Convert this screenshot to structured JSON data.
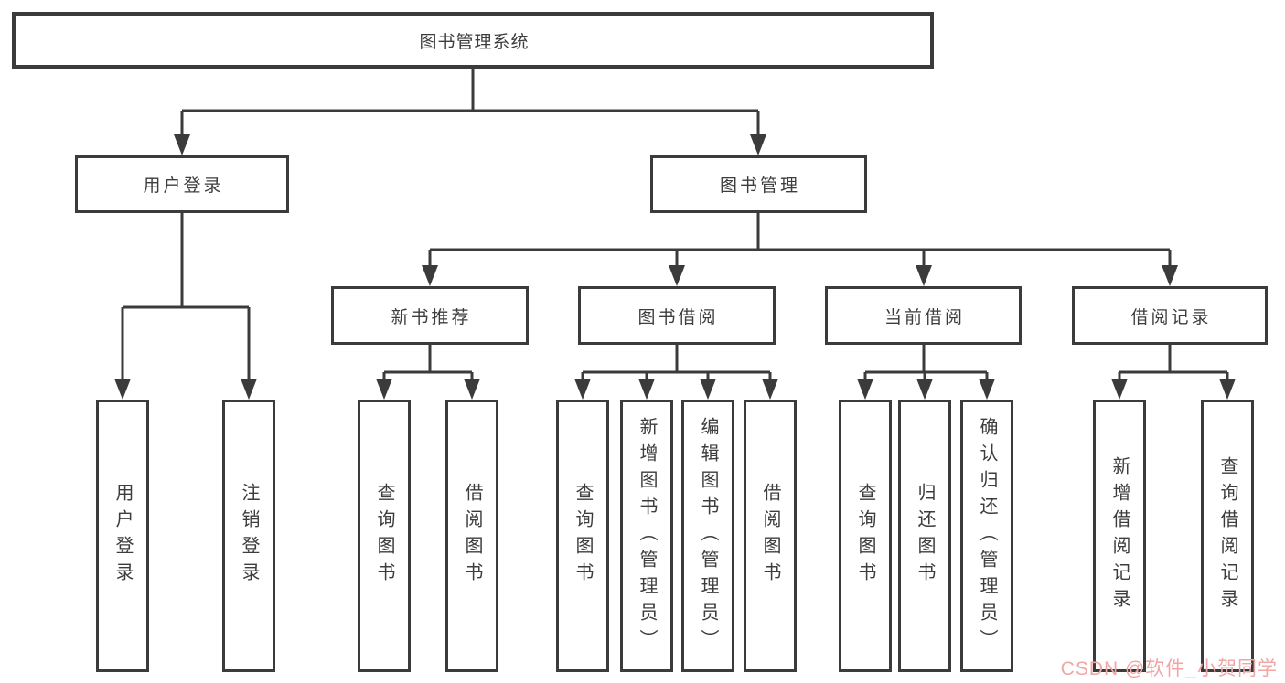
{
  "colors": {
    "line": "#3b3b3b",
    "text": "#3d3d3d",
    "background": "#ffffff",
    "watermark_color": "#f2a5a5"
  },
  "nodes": {
    "root": "图书管理系统",
    "user_login": "用户登录",
    "book_mgmt": "图书管理",
    "new_book_rec": "新书推荐",
    "book_borrow": "图书借阅",
    "current_borrow": "当前借阅",
    "borrow_records": "借阅记录",
    "ul_user_login": "用户登录",
    "ul_logout": "注销登录",
    "nbr_query_book": "查询图书",
    "nbr_borrow_book": "借阅图书",
    "bb_query_book": "查询图书",
    "bb_add_book": "新增图书（管理员）",
    "bb_edit_book": "编辑图书（管理员）",
    "bb_borrow_book": "借阅图书",
    "cb_query_book": "查询图书",
    "cb_return_book": "归还图书",
    "cb_confirm_return": "确认归还（管理员）",
    "br_add_record": "新增借阅记录",
    "br_query_record": "查询借阅记录"
  },
  "watermark": {
    "text": "CSDN @软件_小贺同学"
  }
}
